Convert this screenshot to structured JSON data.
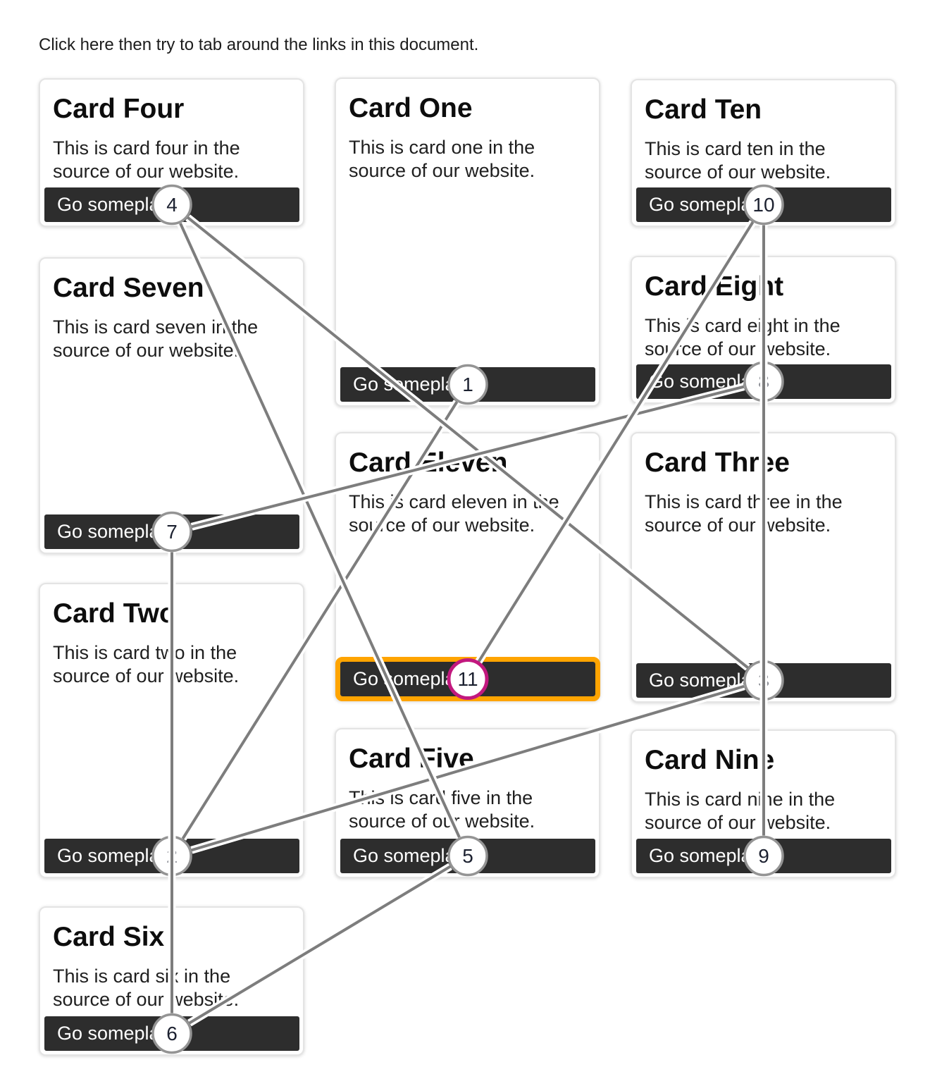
{
  "page": {
    "instruction": "Click here then try to tab around the links in this document."
  },
  "cards": [
    {
      "title": "Card Four",
      "body": "This is card four in the source of our website.",
      "button_label": "Go someplace",
      "tab_number": 4,
      "focused": false
    },
    {
      "title": "Card Seven",
      "body": "This is card seven in the source of our website.",
      "button_label": "Go someplace",
      "tab_number": 7,
      "focused": false
    },
    {
      "title": "Card Two",
      "body": "This is card two in the source of our website.",
      "button_label": "Go someplace",
      "tab_number": 2,
      "focused": false
    },
    {
      "title": "Card Six",
      "body": "This is card six in the source of our website.",
      "button_label": "Go someplace",
      "tab_number": 6,
      "focused": false
    },
    {
      "title": "Card One",
      "body": "This is card one in the source of our website.",
      "button_label": "Go someplace",
      "tab_number": 1,
      "focused": false
    },
    {
      "title": "Card Eleven",
      "body": "This is card eleven in the source of our website.",
      "button_label": "Go someplace",
      "tab_number": 11,
      "focused": true
    },
    {
      "title": "Card Five",
      "body": "This is card five in the source of our website.",
      "button_label": "Go someplace",
      "tab_number": 5,
      "focused": false
    },
    {
      "title": "Card Ten",
      "body": "This is card ten in the source of our website.",
      "button_label": "Go someplace",
      "tab_number": 10,
      "focused": false
    },
    {
      "title": "Card Eight",
      "body": "This is card eight in the source of our website.",
      "button_label": "Go someplace",
      "tab_number": 8,
      "focused": false
    },
    {
      "title": "Card Three",
      "body": "This is card three in the source of our website.",
      "button_label": "Go someplace",
      "tab_number": 3,
      "focused": false
    },
    {
      "title": "Card Nine",
      "body": "This is card nine in the source of our website.",
      "button_label": "Go someplace",
      "tab_number": 9,
      "focused": false
    }
  ],
  "tab_order_overlay": {
    "sequence": [
      1,
      2,
      3,
      4,
      5,
      6,
      7,
      8,
      9,
      10,
      11
    ],
    "current_stop": 11,
    "line_color": "#7d7d7d",
    "line_casing_color": "#ffffff",
    "marker_fill": "#ffffff",
    "marker_border_color": "#949494",
    "marker_number_color": "#1c2130",
    "current_marker_border_color": "#c2187e",
    "focus_ring_color": "#ffa400"
  }
}
